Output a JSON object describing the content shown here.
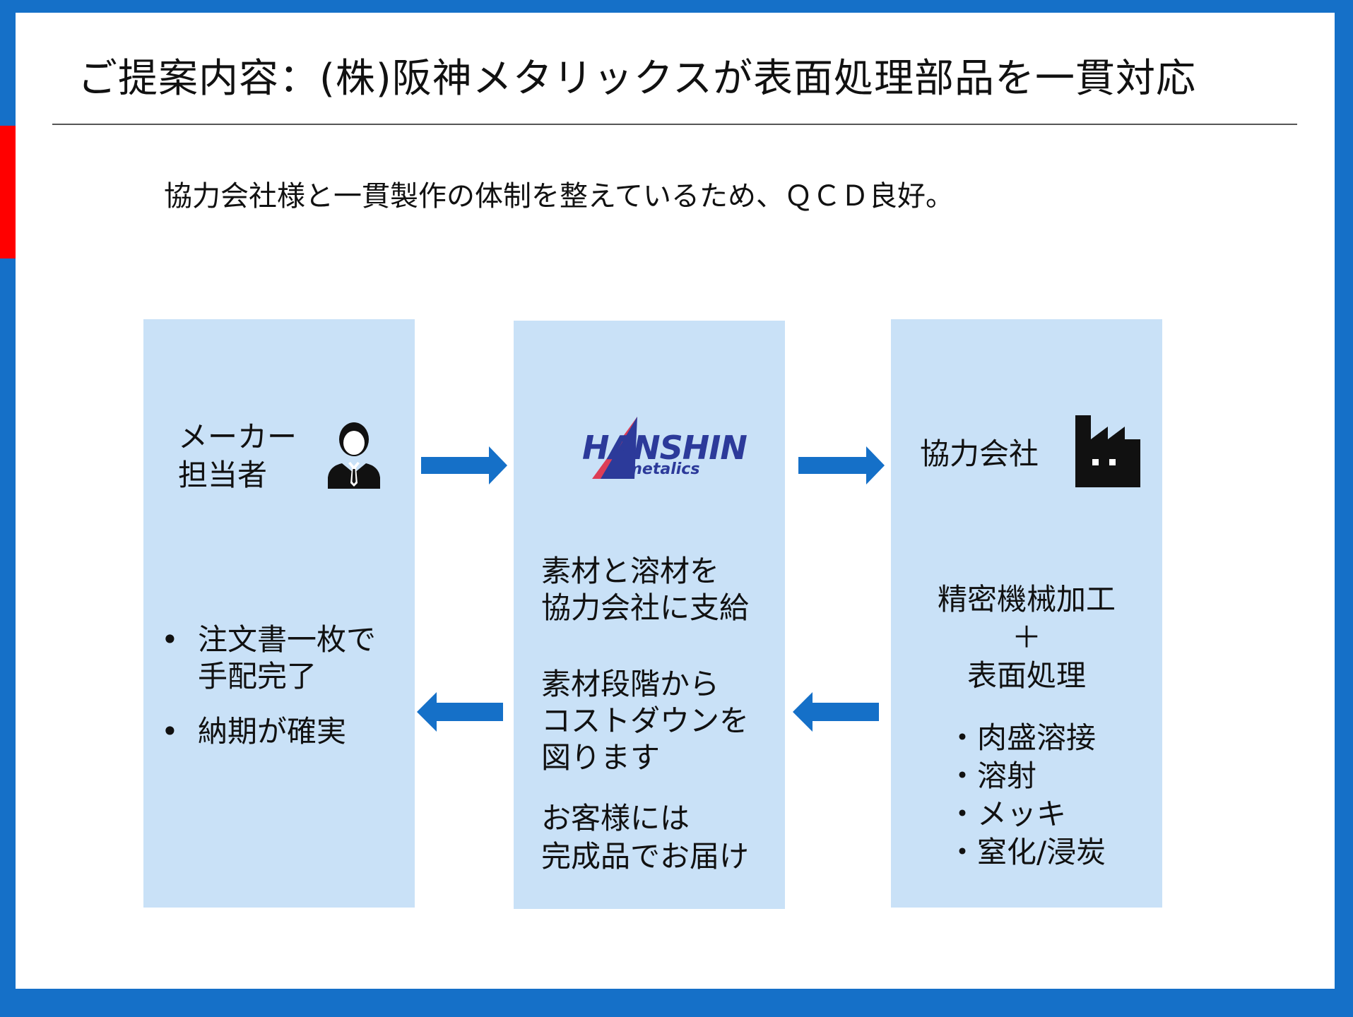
{
  "slide": {
    "title": "ご提案内容：(株)阪神メタリックスが表面処理部品を一貫対応",
    "subtitle": "協力会社様と一貫製作の体制を整えているため、ＱＣＤ良好。"
  },
  "maker_panel": {
    "heading_line1": "メーカー",
    "heading_line2": "担当者",
    "icon": "person-icon",
    "bullets": [
      {
        "bullet": "•",
        "line1": "注文書一枚で",
        "line2": "手配完了"
      },
      {
        "bullet": "•",
        "line1": "納期が確実",
        "line2": ""
      }
    ]
  },
  "hanshin_panel": {
    "logo_main": "HANSHIN",
    "logo_sub": "metalics",
    "block1_line1": "素材と溶材を",
    "block1_line2": "協力会社に支給",
    "block2_line1": "素材段階から",
    "block2_line2": "コストダウンを",
    "block2_line3": "図ります",
    "block3_line1": "お客様には",
    "block3_line2": "完成品でお届け"
  },
  "partner_panel": {
    "heading": "協力会社",
    "icon": "factory-icon",
    "service_line1": "精密機械加工",
    "plus": "＋",
    "service_line2": "表面処理",
    "items": [
      "・肉盛溶接",
      "・溶射",
      "・メッキ",
      "・窒化/浸炭"
    ]
  },
  "colors": {
    "frame": "#1570c8",
    "accent_red": "#ff0000",
    "panel": "#c9e1f7",
    "arrow": "#1570c8",
    "logo_blue": "#2c3a9a",
    "logo_red": "#e0203a"
  }
}
